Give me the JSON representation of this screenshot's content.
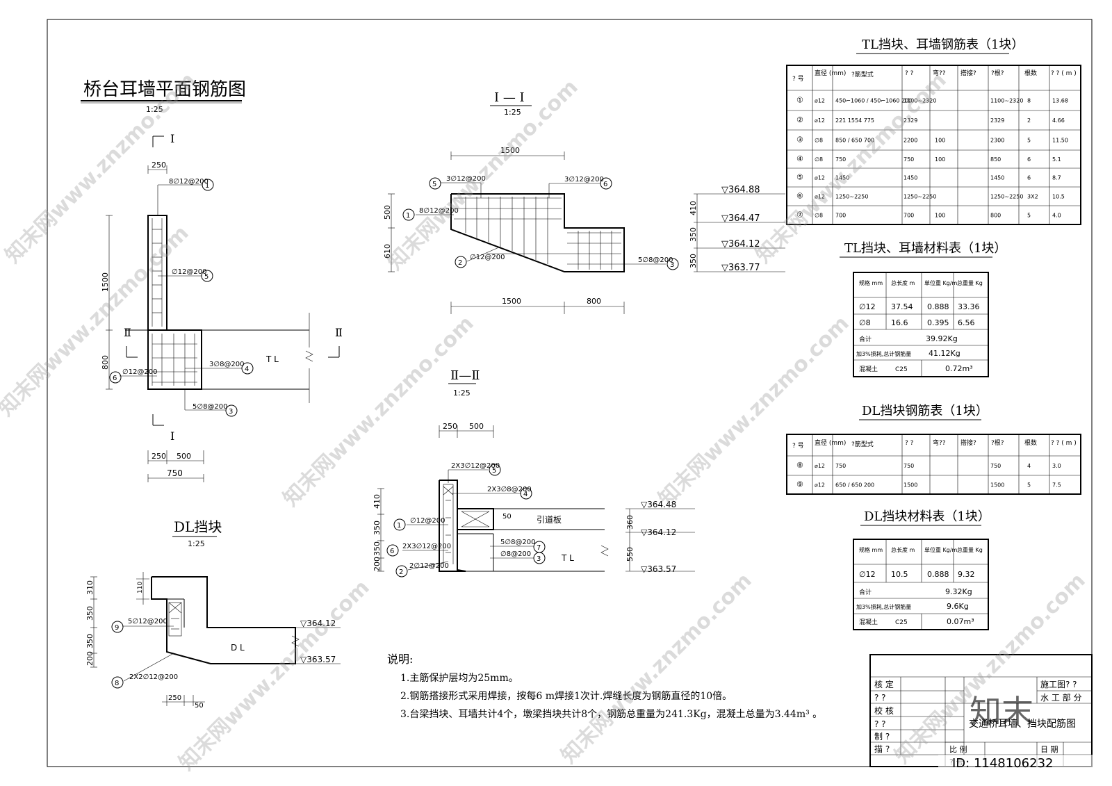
{
  "plan": {
    "title": "桥台耳墙平面钢筋图",
    "scale": "1:25",
    "section_mark": "Ⅰ",
    "section_mark2": "Ⅱ",
    "dims": {
      "d250": "250",
      "d1500": "1500",
      "d800": "800",
      "d250b": "250",
      "d500b": "500",
      "d750": "750"
    },
    "labels": {
      "r1": "8∅12@200",
      "r5": "∅12@200",
      "r4": "3∅8@200",
      "r6": "∅12@200",
      "r3": "5∅8@200",
      "tl": "T L"
    }
  },
  "section1": {
    "title": "Ⅰ — Ⅰ",
    "scale": "1:25",
    "dims": {
      "top1500": "1500",
      "bot1500": "1500",
      "bot800": "800",
      "v500": "500",
      "v610": "610"
    },
    "labels": {
      "l5": "3∅12@200",
      "l6": "3∅12@200",
      "l1": "8∅12@200",
      "l2": "∅12@200",
      "l3": "5∅8@200"
    },
    "elev": {
      "e1": "▽364.88",
      "e2": "▽364.47",
      "e3": "▽364.12",
      "e4": "▽363.77",
      "v410": "410",
      "v350a": "350",
      "v350b": "350"
    }
  },
  "section2": {
    "title": "Ⅱ—Ⅱ",
    "scale": "1:25",
    "dims": {
      "d250": "250",
      "d500": "500",
      "v410": "410",
      "v350a": "350",
      "v350b": "350",
      "v200": "200",
      "v360": "360",
      "v550": "550",
      "v50": "50"
    },
    "labels": {
      "l5": "2X3∅12@200",
      "l4": "2X3∅8@200",
      "l1": "∅12@200",
      "l6": "2X3∅12@200",
      "l2": "2∅12@200",
      "l7": "5∅8@200",
      "l3": "∅8@200",
      "slab": "引道板",
      "tl": "T L"
    },
    "elev": {
      "e1": "▽364.48",
      "e2": "▽364.12",
      "e3": "▽363.57"
    }
  },
  "dl": {
    "title": "DL挡块",
    "scale": "1:25",
    "dims": {
      "v310": "310",
      "v350": "350",
      "v350b": "350",
      "v200": "200",
      "v110": "110",
      "h250": "250",
      "h50": "50"
    },
    "labels": {
      "l9": "5∅12@200",
      "l8": "2X2∅12@200",
      "dl": "D L"
    },
    "elev": {
      "e1": "▽364.12",
      "e2": "▽363.57"
    }
  },
  "notes": {
    "heading": "说明:",
    "lines": [
      "1.主筋保护层均为25mm。",
      "2.钢筋搭接形式采用焊接，按每6 m焊接1次计.焊缝长度为钢筋直径的10倍。",
      "3.台梁挡块、耳墙共计4个，墩梁挡块共计8个，钢筋总重量为241.3Kg，混凝土总量为3.44m³ 。"
    ]
  },
  "tl_rebar": {
    "title": "TL挡块、耳墙钢筋表（1块）",
    "headers": [
      "? 号",
      "直径 (mm)",
      "?筋型式",
      "? ?",
      "弯??",
      "搭接?",
      "?根?",
      "根数",
      "? ? ( m )"
    ],
    "rows": [
      [
        "①",
        "⌀12",
        "450⌐1060 / 450⌐1060 200",
        "1100~2320",
        "",
        "",
        "1100~2320",
        "8",
        "13.68"
      ],
      [
        "②",
        "⌀12",
        "221 1554 775",
        "2329",
        "",
        "",
        "2329",
        "2",
        "4.66"
      ],
      [
        "③",
        "∅8",
        "850 / 650 700",
        "2200",
        "100",
        "",
        "2300",
        "5",
        "11.50"
      ],
      [
        "④",
        "∅8",
        "750",
        "750",
        "100",
        "",
        "850",
        "6",
        "5.1"
      ],
      [
        "⑤",
        "⌀12",
        "1450",
        "1450",
        "",
        "",
        "1450",
        "6",
        "8.7"
      ],
      [
        "⑥",
        "⌀12",
        "1250~2250",
        "1250~2250",
        "",
        "",
        "1250~2250",
        "3X2",
        "10.5"
      ],
      [
        "⑦",
        "∅8",
        "700",
        "700",
        "100",
        "",
        "800",
        "5",
        "4.0"
      ]
    ]
  },
  "tl_material": {
    "title": "TL挡块、耳墙材料表（1块）",
    "headers": [
      "规格 mm",
      "总长度 m",
      "单位重 Kg/m",
      "总重量 Kg"
    ],
    "rows": [
      [
        "∅12",
        "37.54",
        "0.888",
        "33.36"
      ],
      [
        "∅8",
        "16.6",
        "0.395",
        "6.56"
      ]
    ],
    "total_label": "合计",
    "total": "39.92Kg",
    "loss_label": "加3%损耗,总计钢筋量",
    "loss": "41.12Kg",
    "concrete_label": "混凝土",
    "concrete_grade": "C25",
    "concrete": "0.72m³"
  },
  "dl_rebar": {
    "title": "DL挡块钢筋表（1块）",
    "headers": [
      "? 号",
      "直径 (mm)",
      "?筋型式",
      "? ?",
      "弯??",
      "搭接?",
      "?根?",
      "根数",
      "? ? ( m )"
    ],
    "rows": [
      [
        "⑧",
        "⌀12",
        "750",
        "750",
        "",
        "",
        "750",
        "4",
        "3.0"
      ],
      [
        "⑨",
        "⌀12",
        "650 / 650 200",
        "1500",
        "",
        "",
        "1500",
        "5",
        "7.5"
      ]
    ]
  },
  "dl_material": {
    "title": "DL挡块材料表（1块）",
    "headers": [
      "规格 mm",
      "总长度 m",
      "单位重 Kg/m",
      "总重量 Kg"
    ],
    "rows": [
      [
        "∅12",
        "10.5",
        "0.888",
        "9.32"
      ]
    ],
    "total_label": "合计",
    "total": "9.32Kg",
    "loss_label": "加3%损耗,总计钢筋量",
    "loss": "9.6Kg",
    "concrete_label": "混凝土",
    "concrete_grade": "C25",
    "concrete": "0.07m³"
  },
  "title_block": {
    "rows_left": [
      "核 定",
      "? ?",
      "校 核",
      "? ?",
      "制 ?",
      "描 ?"
    ],
    "stage": "施工图? ?",
    "dept": "水 工 部 分",
    "drawing_name": "交通桥耳墙、挡块配筋图",
    "scale_label": "比 例",
    "date_label": "日 期",
    "no_label": "? 号",
    "id": "ID: 1148106232"
  },
  "watermark": {
    "text": "知末网www.znzmo.com",
    "logo": "知末"
  }
}
